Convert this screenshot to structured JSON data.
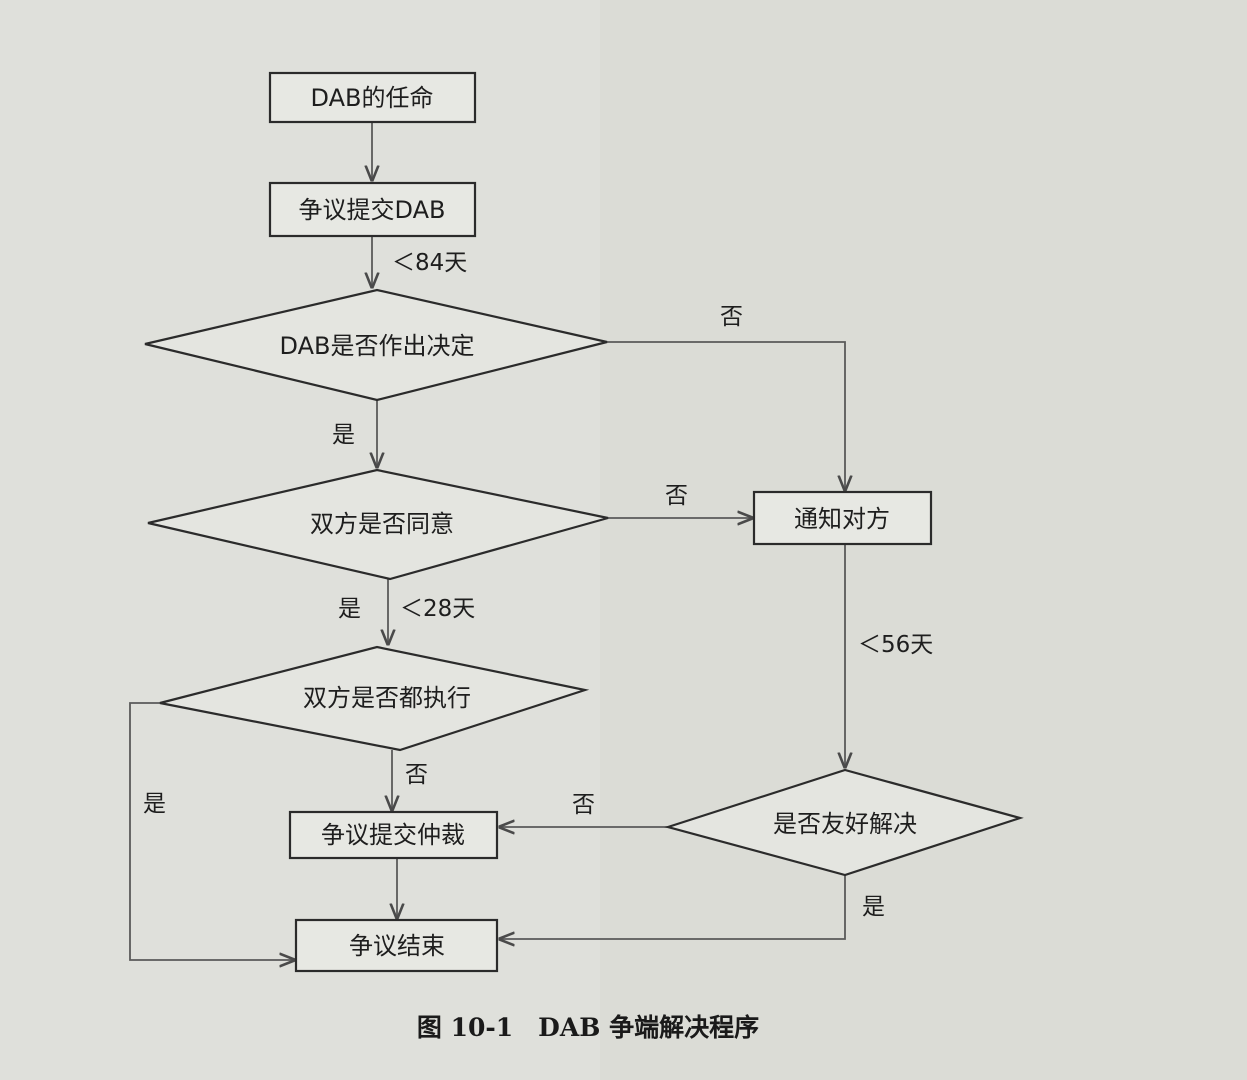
{
  "nodes": {
    "dab_mission": "DAB的任命",
    "submit_dab": "争议提交DAB",
    "dab_decision": "DAB是否作出决定",
    "both_agree": "双方是否同意",
    "notify_other": "通知对方",
    "both_execute": "双方是否都执行",
    "amicable": "是否友好解决",
    "submit_arbitration": "争议提交仲裁",
    "dispute_end": "争议结束"
  },
  "edge_labels": {
    "lt84": "＜84天",
    "decision_no": "否",
    "decision_yes": "是",
    "agree_no": "否",
    "agree_yes": "是",
    "lt28": "＜28天",
    "lt56": "＜56天",
    "execute_no": "否",
    "execute_yes": "是",
    "amicable_no": "否",
    "amicable_yes": "是"
  },
  "caption": "图 10-1　DAB 争端解决程序"
}
